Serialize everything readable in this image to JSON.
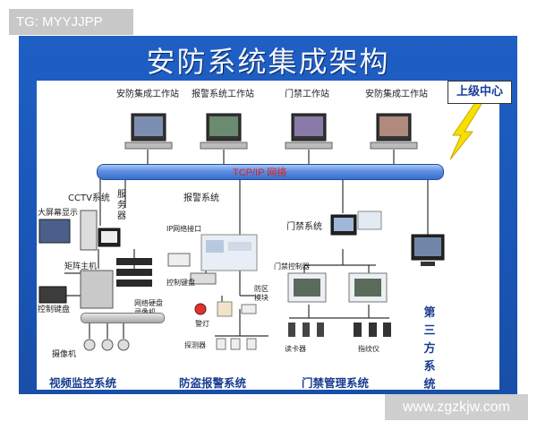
{
  "watermark_top": "TG: MYYJJPP",
  "watermark_bottom": "www.zgzkjw.com",
  "title": "安防系统集成架构",
  "upper_center": "上级中心",
  "network": {
    "label": "TCP/IP 网络"
  },
  "workstations": [
    {
      "label": "安防集成工作站"
    },
    {
      "label": "报警系统工作站"
    },
    {
      "label": "门禁工作站"
    },
    {
      "label": "安防集成工作站"
    }
  ],
  "cctv": {
    "system_label": "CCTV系统",
    "server_label": "服务器",
    "big_screen": "大屏幕显示",
    "matrix_host": "矩阵主机",
    "control_keyboard": "控制键盘",
    "dvr": "网络硬盘录像机",
    "camera": "摄像机",
    "section": "视频监控系统"
  },
  "alarm": {
    "system_label": "报警系统",
    "ip_interface": "IP网络接口",
    "control_keyboard": "控制键盘",
    "zone_module": "防区模块",
    "warning_light": "警灯",
    "detector": "探测器",
    "section": "防盗报警系统"
  },
  "access": {
    "system_label": "门禁系统",
    "controller": "门禁控制器",
    "card_reader": "读卡器",
    "fingerprint": "指纹仪",
    "section": "门禁管理系统"
  },
  "third_party": "第三方系统",
  "colors": {
    "background_blue": "#1f5fc4",
    "bus_blue": "#5b8ee0",
    "title_text": "#f2f6ff",
    "section_text": "#1a3d8f",
    "lightning": "#f5e000"
  }
}
